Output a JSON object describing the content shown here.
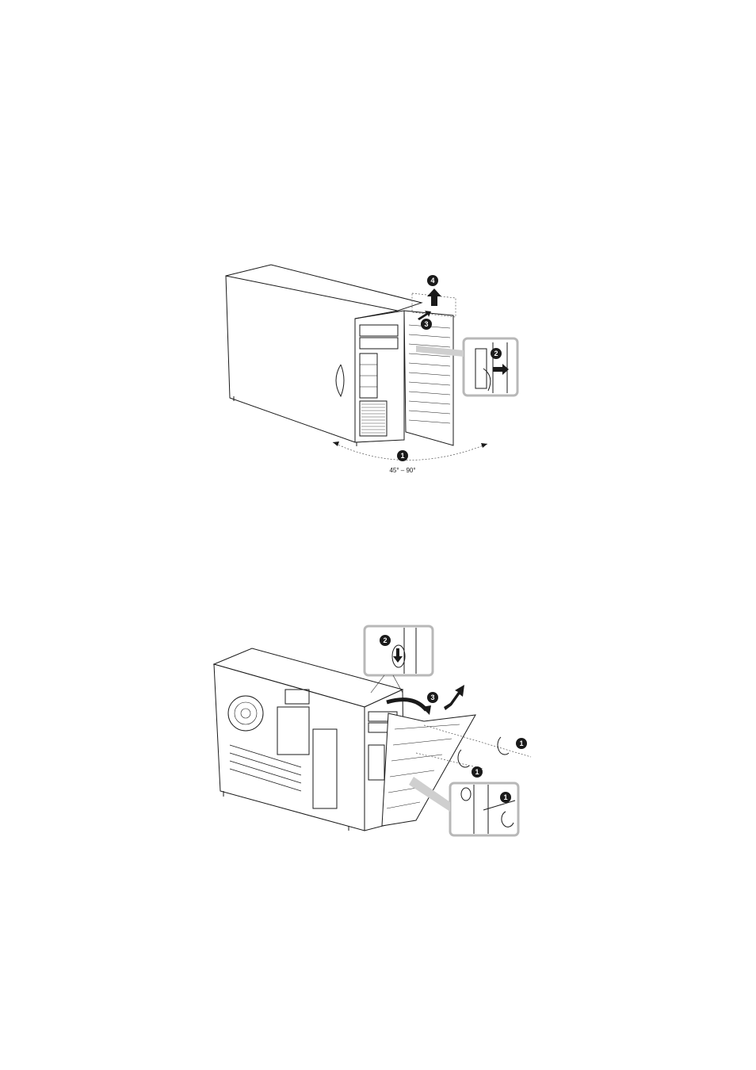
{
  "figures": [
    {
      "name": "front-door-removal",
      "callouts": [
        "1",
        "2",
        "3",
        "4"
      ],
      "angle_label": "45° – 90°"
    },
    {
      "name": "front-bezel-removal",
      "callouts": [
        "1",
        "2",
        "3",
        "1",
        "1"
      ]
    }
  ]
}
